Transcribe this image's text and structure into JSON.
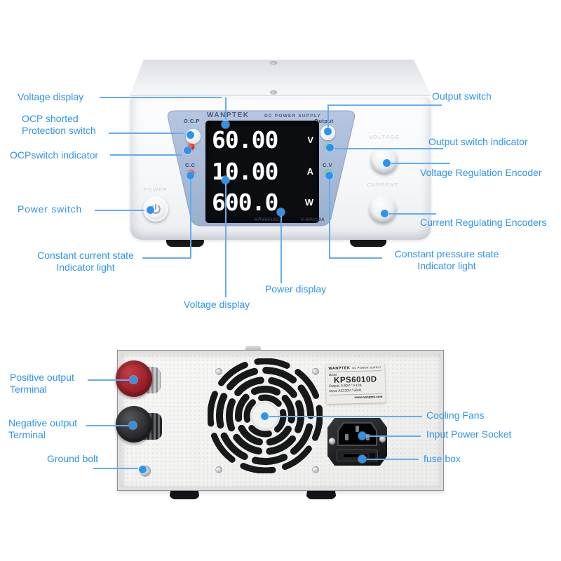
{
  "colors": {
    "accent_blue": "#2e93ee",
    "callout_line_blue": "#62adf1",
    "bezel_blue_gray": "#a9bcd8",
    "display_black": "#0c0d10",
    "led_red": "#c31e13",
    "led_green": "#23b93c",
    "terminal_red": "#8e1b24",
    "terminal_black": "#232427"
  },
  "front": {
    "brand": "WANPTEK",
    "product_type": "DC  POWER  SUPPLY",
    "ocp_button_label": "O.C.P",
    "cc_indicator_label": "C.C",
    "output_button_label": "Output",
    "cv_indicator_label": "C.V",
    "display": {
      "voltage": "60.00",
      "voltage_unit": "V",
      "current": "10.00",
      "current_unit": "A",
      "power": "600.0",
      "power_unit": "W"
    },
    "model": "KPS6010D",
    "range": "0-60V/10A",
    "power_button_label": "POWER",
    "voltage_knob_label": "VOLTAGE",
    "current_knob_label": "CURRENT"
  },
  "rear": {
    "sticker": {
      "brand": "WANPTEK",
      "product_type": "DC POWER SUPPLY",
      "model_label": "Model:",
      "model": "KPS6010D",
      "output_line": "Output:  0-60V / 0-10A",
      "input_line": "Input:  AC220V / 50Hz",
      "website": "www.wanptek.com"
    }
  },
  "callouts": {
    "voltage_display_top": "Voltage display",
    "ocp_switch": "OCP shorted\nProtection switch",
    "ocp_indicator": "OCPswitch indicator",
    "power_switch": "Power switch",
    "cc_state": "Constant current state\nIndicator light",
    "voltage_display_bottom": "Voltage display",
    "power_display": "Power display",
    "cv_state": "Constant pressure state\nIndicator light",
    "output_switch": "Output switch",
    "output_indicator": "Output switch indicator",
    "voltage_encoder": "Voltage Regulation Encoder",
    "current_encoder": "Current Regulating Encoders",
    "positive_terminal": "Positive output\nTerminal",
    "negative_terminal": "Negative output\nTerminal",
    "ground_bolt": "Ground bolt",
    "cooling_fans": "Cooling Fans",
    "input_socket": "Input Power Socket",
    "fuse_box": "fuse box"
  }
}
